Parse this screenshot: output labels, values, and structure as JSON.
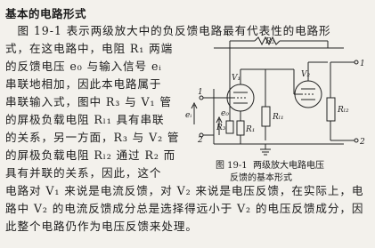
{
  "heading": "基本的电路形式",
  "paragraph_lines": [
    "　图 19-1 表示两级放大中的负反馈电路最有代表性的电路形",
    "式，在这电路中，电阻 R₁ 两端",
    "的反馈电压 e₀ 与输入信号 eᵢ",
    "串联地相加，因此本电路属于",
    "串联输入式，图中 R₃ 与 V₁ 管",
    "的屏极负载电阻 Rₗ₁ 具有串联",
    "的关系，另一方面，R₃ 与 V₂ 管",
    "的屏极负载电阻 Rₗ₂ 通过 R₂ 而",
    "具有并联的关系，因此，这个",
    "电路对 V₁ 来说是电流反馈，对 V₂ 来说是电压反馈，在实际上，电",
    "路中 V₂ 的电流反馈成分总是选择得远小于 V₂ 的电压反馈成分，因",
    "此整个电路仍作为电压反馈来处理。"
  ],
  "figure": {
    "caption_number": "图 19-1",
    "caption_line1": "两级放大电路电压",
    "caption_line2": "反馈的基本形式",
    "labels": {
      "v1": "V₁",
      "v2": "V₂",
      "r2": "R₂",
      "rl1": "Rₗ₁",
      "rl2": "Rₗ₂",
      "r1": "R₁",
      "r3": "R₃",
      "ei": "eᵢ",
      "eo": "e₀",
      "t1": "1",
      "t2": "2",
      "t3": "1",
      "t4": "2"
    }
  }
}
